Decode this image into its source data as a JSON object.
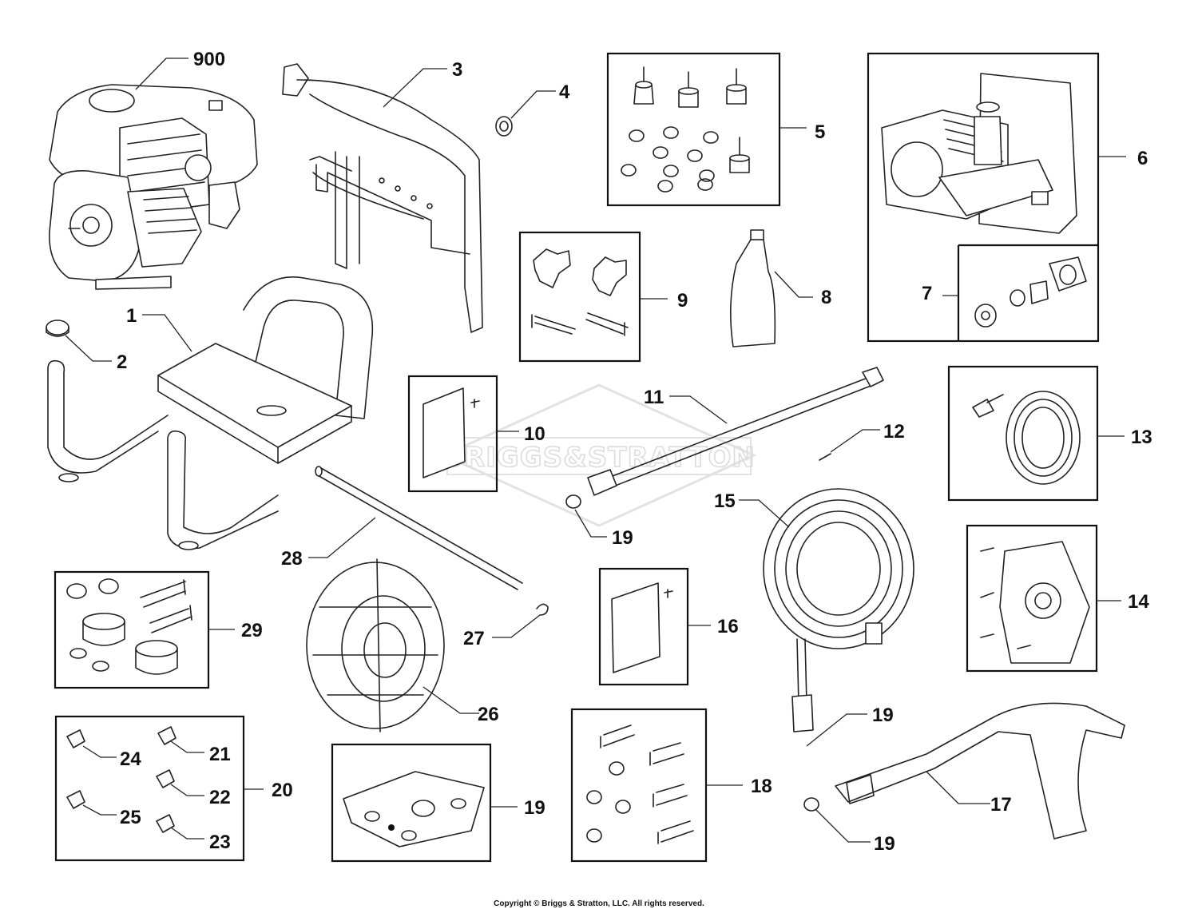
{
  "watermark": {
    "brand": "BRIGGS&STRATTON"
  },
  "copyright": "Copyright © Briggs & Stratton, LLC. All rights reserved.",
  "labels": {
    "p900": "900",
    "p1": "1",
    "p2": "2",
    "p3": "3",
    "p4": "4",
    "p5": "5",
    "p6": "6",
    "p7": "7",
    "p8": "8",
    "p9": "9",
    "p10": "10",
    "p11": "11",
    "p12": "12",
    "p13": "13",
    "p14": "14",
    "p15": "15",
    "p16": "16",
    "p17": "17",
    "p18": "18",
    "p19": "19",
    "p20": "20",
    "p21": "21",
    "p22": "22",
    "p23": "23",
    "p24": "24",
    "p25": "25",
    "p26": "26",
    "p27": "27",
    "p28": "28",
    "p29": "29"
  }
}
